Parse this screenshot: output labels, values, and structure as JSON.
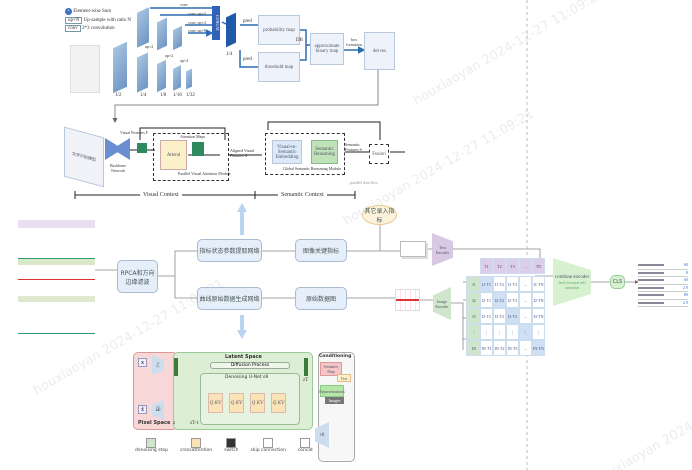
{
  "db_diagram": {
    "legend": [
      {
        "key": "+",
        "text": "Element-wise Sum"
      },
      {
        "key": "up×N",
        "text": "Up-sample with ratio N"
      },
      {
        "key": "conv",
        "text": "3*3 convolution"
      }
    ],
    "concat": "CONCAT",
    "conv_labels": [
      "conv",
      "conv, up×2",
      "conv, up×4",
      "conv, up×8"
    ],
    "up_labels": [
      "up×2",
      "up×2",
      "up×2"
    ],
    "scales": [
      "1/2",
      "1/4",
      "1/8",
      "1/16",
      "1/32"
    ],
    "scale_out": "1/4",
    "pred": "pred",
    "probability_map": "probability map",
    "threshold_map": "threshold map",
    "db": "DB",
    "approx_binary_map": "approximate binary map",
    "box_formation": "box formation",
    "det_res": "det res"
  },
  "recognition": {
    "input_text": "文字识别模型",
    "visual_features": "Visual Features F",
    "backbone": "Backbone Network",
    "attention_maps": "Attention Maps",
    "attend": "Attend",
    "pvam": "Parallel Visual Attention Module",
    "aligned": "Aligned Visual Features G",
    "v2s": "Visual-to-Semantic Embedding",
    "semantic_reasoning": "Semantic Reasoning",
    "gsrm": "Global Semantic Reasoning Module",
    "semantic_features": "Semantic Features S",
    "fusion": "Fusion",
    "parallel_flow": "parallel data flow",
    "visual_context": "Visual Context",
    "semantic_context": "Semantic Context"
  },
  "pipeline": {
    "rpca": "RPCA和方向边缘滤波",
    "param_net": "指标状态参数提取网络",
    "curve_net": "曲线原始数据生成网络",
    "key_index": "图像关键指标",
    "raw_plot": "原始数据图",
    "other_input": "其它录入指标",
    "text_encoder": "Text Encoder",
    "image_encoder": "Image Encoder",
    "T": [
      "T1",
      "T2",
      "T3",
      "...",
      "TN"
    ],
    "I": [
      "I1",
      "I2",
      "I3",
      "⋮",
      "IN"
    ],
    "matrix": [
      [
        "I1·T1",
        "I1·T2",
        "I1·T3",
        "...",
        "I1·TN"
      ],
      [
        "I2·T1",
        "I2·T2",
        "I2·T3",
        "...",
        "I2·TN"
      ],
      [
        "I3·T1",
        "I3·T2",
        "I3·T3",
        "...",
        "I3·TN"
      ],
      [
        "⋮",
        "⋮",
        "⋮",
        "⋱",
        "⋮"
      ],
      [
        "IN·T1",
        "IN·T2",
        "IN·T3",
        "...",
        "IN·TN"
      ]
    ],
    "combine": "combine encoder",
    "combine_sub": "feed forward self attention",
    "cls": "CLS",
    "result_values": [
      "60",
      "8",
      "60",
      "2.9",
      "80",
      "2.9"
    ]
  },
  "ldm": {
    "latent_space": "Latent Space",
    "diffusion": "Diffusion Process",
    "unet": "Denoising U-Net εθ",
    "pixel_space": "Pixel Space",
    "conditioning": "Conditioning",
    "cond_items": [
      "Semantic Map",
      "Text",
      "Representations",
      "Images"
    ],
    "qkv": "Q KV",
    "tau": "τθ",
    "x": "x",
    "xt": "x̃",
    "E": "ℰ",
    "D": "𝒟",
    "z": "z",
    "zT": "zT",
    "zT1": "zT-1",
    "legend": [
      "denoising step",
      "crossattention",
      "switch",
      "skip connection",
      "concat"
    ]
  },
  "watermark": "houxiaoyan 2024-12-27 11:09:21"
}
